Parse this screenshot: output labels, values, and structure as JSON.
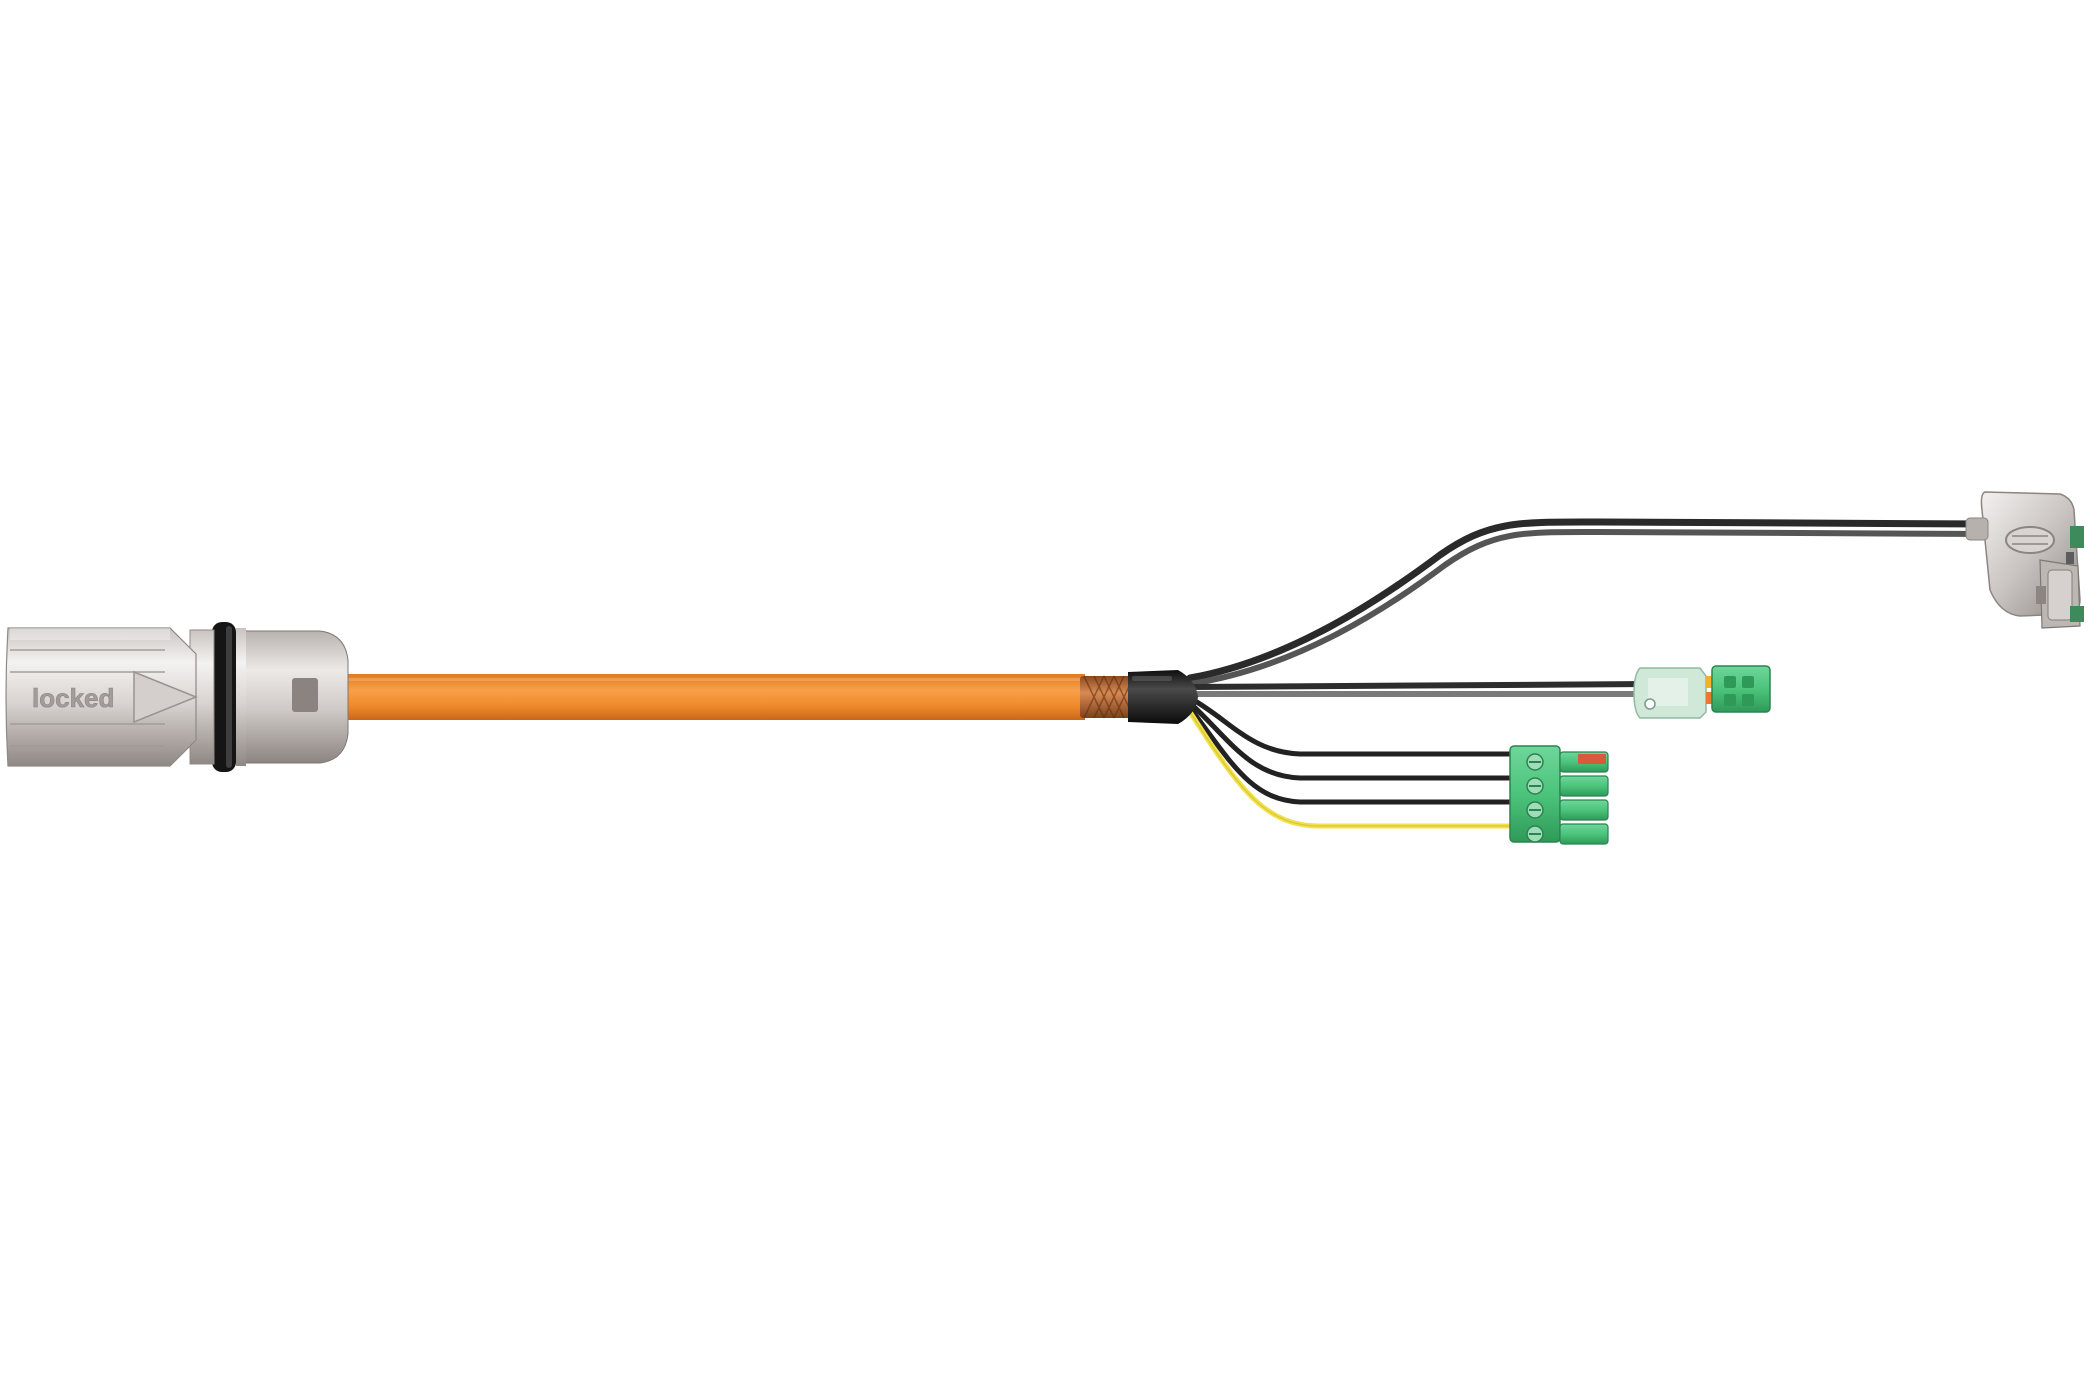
{
  "image": {
    "background": "#ffffff",
    "subject": "servo-motor-cable-assembly"
  },
  "connector": {
    "engraving": "locked"
  },
  "colors": {
    "cable_jacket": "#f08a28",
    "cable_jacket_shade": "#c9671a",
    "shield_braid": "#b5652e",
    "heat_shrink": "#1b1b1b",
    "wire_black": "#262626",
    "wire_grey": "#6f6f6f",
    "wire_yellow": "#f1e04a",
    "terminal_green": "#4cc47c",
    "terminal_green_dark": "#2f9a58",
    "terminal_red": "#d85a3a",
    "metal_light": "#e6e3e1",
    "metal_dark": "#8f8985",
    "o_ring": "#151515"
  },
  "icons": [
    "round-circular-connector",
    "dsub-connector",
    "signal-plug",
    "power-terminal-block"
  ]
}
